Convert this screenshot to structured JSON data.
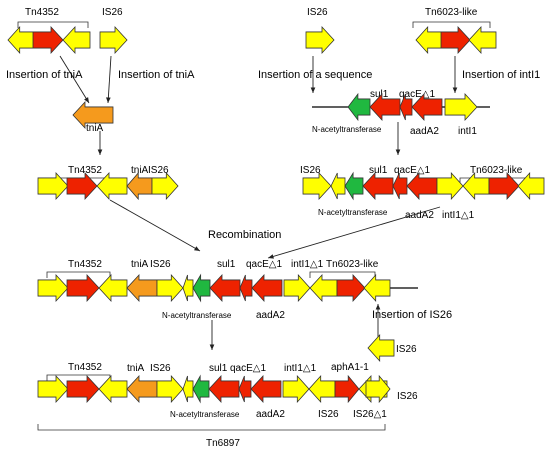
{
  "colors": {
    "yellow": "#ffff00",
    "red": "#ee2200",
    "orange": "#f59a1d",
    "green": "#20b840",
    "line": "#000000"
  },
  "labels": {
    "tn4352": "Tn4352",
    "is26": "IS26",
    "tn6023like": "Tn6023-like",
    "insertion_tnia_1": "Insertion of tniA",
    "insertion_tnia_2": "Insertion of tniA",
    "insertion_sequence": "Insertion of a sequence",
    "insertion_intl1": "Insertion of intI1",
    "tnia": "tniA",
    "sul1": "sul1",
    "qace": "qacE△1",
    "nacetyl": "N-acetyltransferase",
    "aada2": "aadA2",
    "intl1": "intI1",
    "intl1_d1": "intI1△1",
    "recombination": "Recombination",
    "insertion_is26": "Insertion of IS26",
    "apha1": "aphA1-1",
    "is26_d1": "IS26△1",
    "tn6897": "Tn6897"
  }
}
